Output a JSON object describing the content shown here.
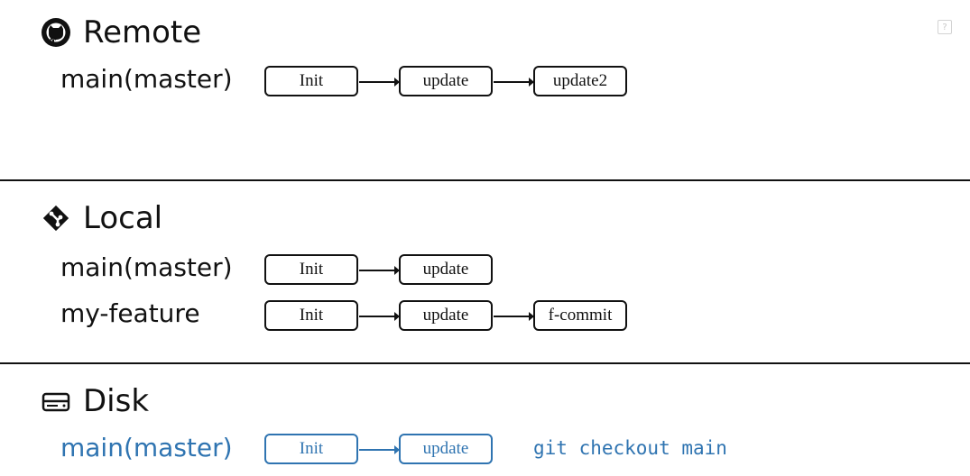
{
  "sections": {
    "remote": {
      "title": "Remote",
      "icon": "github-octocat-icon",
      "branches": [
        {
          "label": "main(master)",
          "commits": [
            "Init",
            "update",
            "update2"
          ]
        }
      ]
    },
    "local": {
      "title": "Local",
      "icon": "git-diamond-icon",
      "branches": [
        {
          "label": "main(master)",
          "commits": [
            "Init",
            "update"
          ]
        },
        {
          "label": "my-feature",
          "commits": [
            "Init",
            "update",
            "f-commit"
          ]
        }
      ]
    },
    "disk": {
      "title": "Disk",
      "icon": "hard-drive-icon",
      "branches": [
        {
          "label": "main(master)",
          "commits": [
            "Init",
            "update"
          ]
        }
      ],
      "command": "git checkout main"
    }
  },
  "colors": {
    "text": "#111111",
    "accent": "#2f74b1",
    "divider": "#111111"
  },
  "ui": {
    "corner_icon": "help-icon"
  }
}
